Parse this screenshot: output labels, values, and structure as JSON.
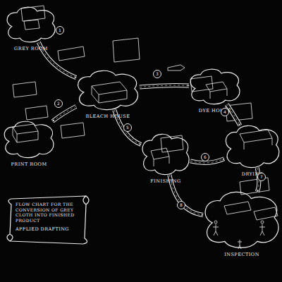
{
  "diagram": {
    "nodes": [
      {
        "text": [
          "GREY ROOM"
        ]
      },
      {
        "text": [
          "PRINT ROOM"
        ]
      },
      {
        "text": [
          "BLEACH HOUSE"
        ]
      },
      {
        "text": [
          "DYE HOUSE"
        ]
      },
      {
        "text": [
          "DRYING"
        ]
      },
      {
        "text": [
          "FINISHING"
        ]
      },
      {
        "text": [
          "INSPECTION"
        ]
      },
      {
        "text": [
          "FLOW CHART FOR THE CONVERSION OF GREY CLOTH INTO FINISHED PRODUCT",
          "APPLIED DRAFTING"
        ]
      }
    ],
    "edges": [
      {
        "from": 0,
        "to": 2,
        "arrow": "to"
      },
      {
        "from": 2,
        "to": 1,
        "arrow": "to"
      },
      {
        "from": 2,
        "to": 3,
        "arrow": "to"
      },
      {
        "from": 3,
        "to": 4,
        "arrow": "to"
      },
      {
        "from": 2,
        "to": 5,
        "arrow": "to"
      },
      {
        "from": 5,
        "to": 4,
        "arrow": "to"
      },
      {
        "from": 4,
        "to": 6,
        "arrow": "to"
      },
      {
        "from": 5,
        "to": 6,
        "arrow": "to"
      }
    ],
    "labels": [
      "1",
      "2",
      "3",
      "4",
      "5",
      "6",
      "7",
      "8"
    ]
  }
}
